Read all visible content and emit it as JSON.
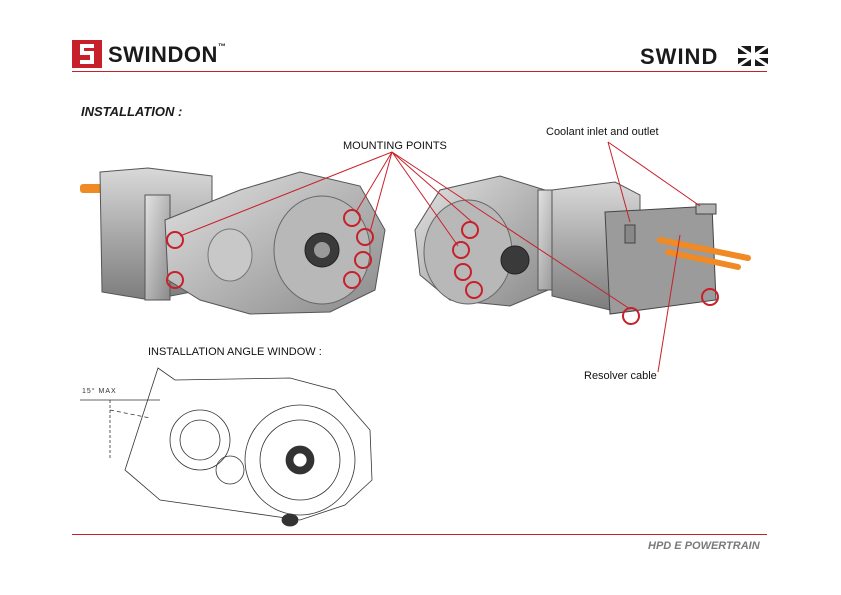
{
  "header": {
    "brand_left": "SWINDON",
    "brand_left_tm": "™",
    "brand_right": "SWIND"
  },
  "section": {
    "title": "INSTALLATION :"
  },
  "labels": {
    "mounting_points": "MOUNTING POINTS",
    "coolant": "Coolant inlet and outlet",
    "angle_window": "INSTALLATION ANGLE WINDOW :",
    "resolver": "Resolver cable",
    "angle_value": "15°  MAX"
  },
  "footer": {
    "text": "HPD E POWERTRAIN"
  },
  "colors": {
    "accent_red": "#c8202a",
    "orange_shaft": "#f08a24"
  }
}
